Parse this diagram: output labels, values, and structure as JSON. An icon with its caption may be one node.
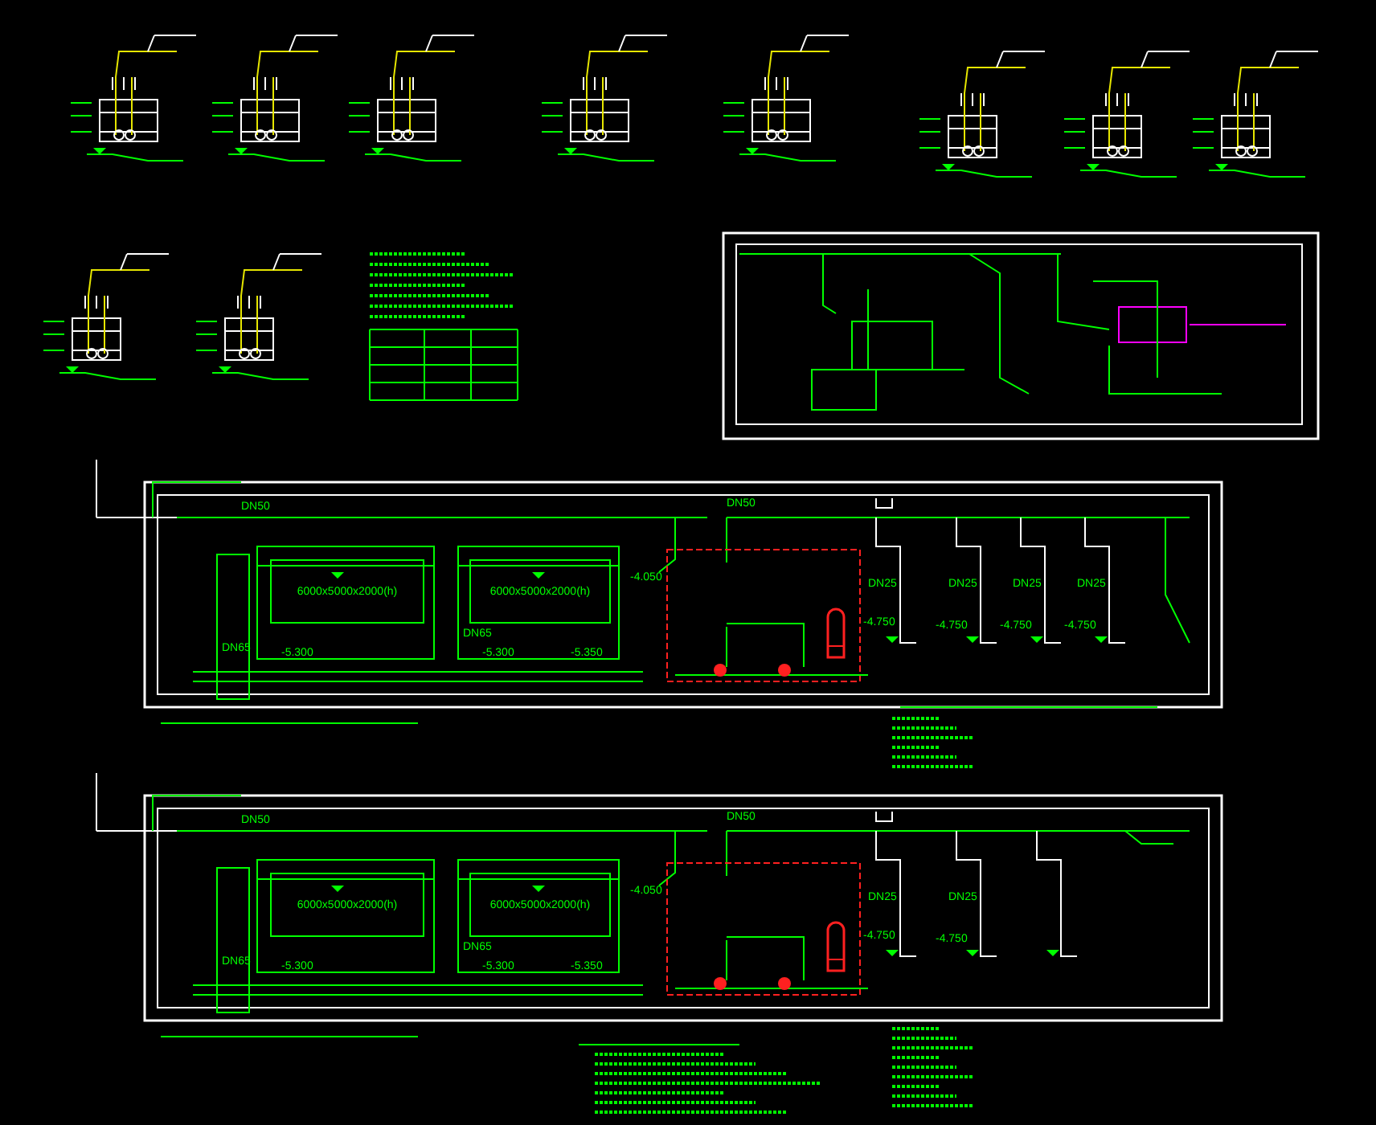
{
  "diagram": {
    "nodes": [
      {
        "text": [
          "6000x5000x2000(h)"
        ]
      },
      {
        "text": [
          "6000x5000x2000(h)"
        ]
      },
      {
        "text": [],
        "shape": "cylinder"
      },
      {
        "text": [
          "6000x5000x2000(h)"
        ]
      },
      {
        "text": [
          "6000x5000x2000(h)"
        ]
      },
      {
        "text": [],
        "shape": "cylinder"
      }
    ],
    "labels": [
      "DN50",
      "DN65",
      "DN65",
      "-5.300",
      "-5.300",
      "-5.350",
      "-4.050",
      "DN50",
      "DN25",
      "DN25",
      "DN25",
      "DN25",
      "-4.750",
      "-4.750",
      "-4.750",
      "-4.750",
      "DN50",
      "DN65",
      "DN65",
      "-5.300",
      "-5.300",
      "-5.350",
      "-4.050",
      "DN50",
      "DN25",
      "DN25",
      "-4.750",
      "-4.750"
    ]
  }
}
